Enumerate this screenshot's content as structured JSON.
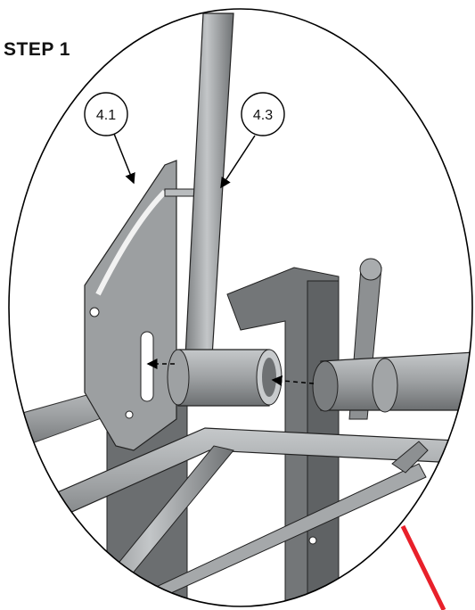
{
  "step": {
    "label": "STEP 1"
  },
  "callouts": [
    {
      "id": "4.1",
      "label": "4.1"
    },
    {
      "id": "4.3",
      "label": "4.3"
    }
  ],
  "colors": {
    "metal_light": "#a9acae",
    "metal_mid": "#8d9092",
    "metal_dark": "#5f6264",
    "outline": "#000000",
    "accent_line": "#e8202a"
  }
}
